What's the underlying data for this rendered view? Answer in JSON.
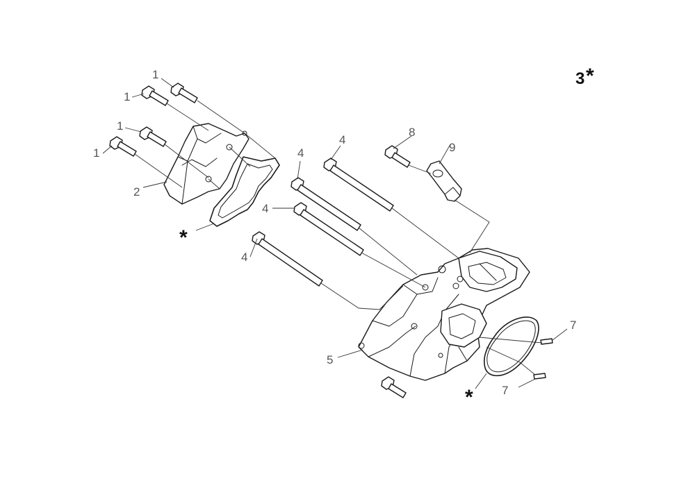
{
  "diagram": {
    "title_number": "3",
    "title_mark": "*",
    "callouts": {
      "c1a": "1",
      "c1b": "1",
      "c1c": "1",
      "c1d": "1",
      "c2": "2",
      "c4a": "4",
      "c4b": "4",
      "c4c": "4",
      "c4d": "4",
      "c5": "5",
      "c7a": "7",
      "c7b": "7",
      "c8": "8",
      "c9": "9"
    },
    "marks": {
      "gasket_left": "*",
      "oring_right": "*"
    }
  }
}
